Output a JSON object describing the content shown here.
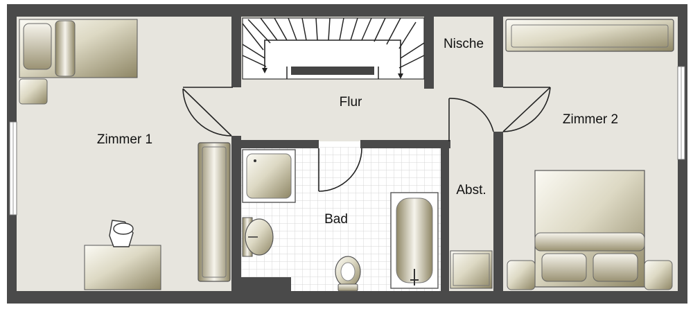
{
  "floorplan": {
    "rooms": {
      "zimmer1": "Zimmer 1",
      "flur": "Flur",
      "nische": "Nische",
      "zimmer2": "Zimmer 2",
      "bad": "Bad",
      "abst": "Abst."
    },
    "colors": {
      "wall": "#4a4a4a",
      "floor": "#e7e5de",
      "tile_floor": "#ffffff",
      "tile_grid": "#d9d9d9",
      "furniture_light": "#f4f2ea",
      "furniture_dark": "#9c9475",
      "furniture_outline": "#555555"
    }
  }
}
